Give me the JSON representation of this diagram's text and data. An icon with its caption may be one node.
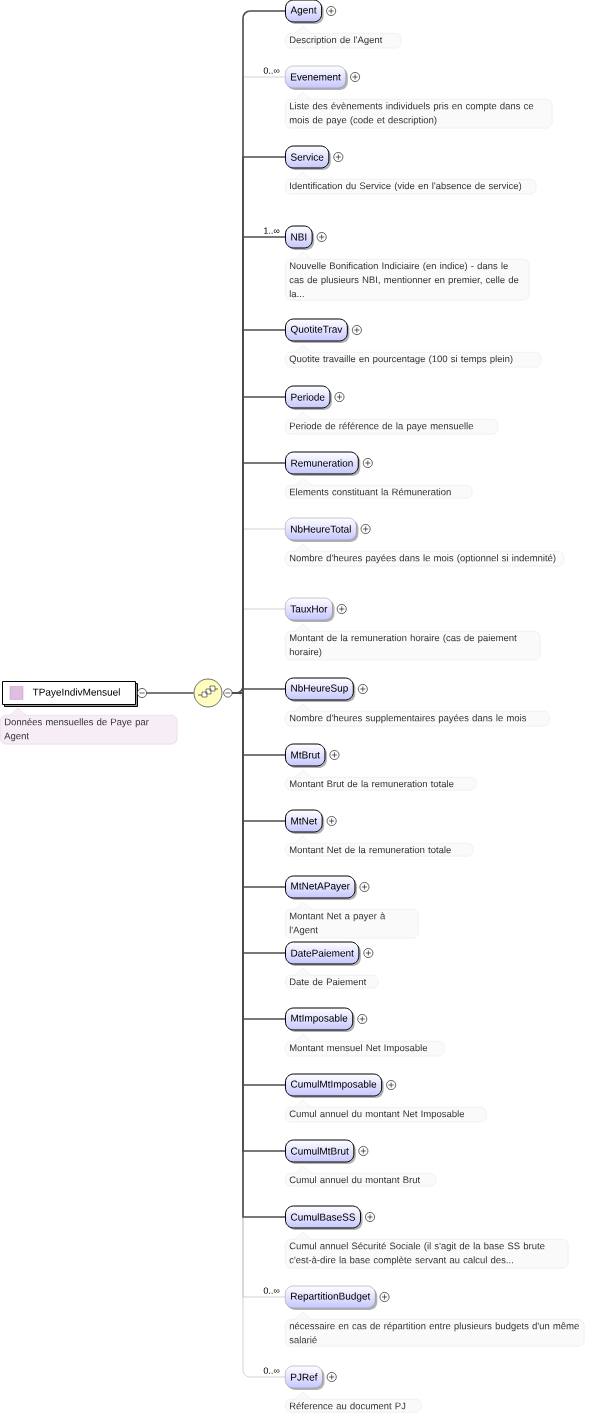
{
  "diagram": {
    "nodes": [
      {
        "text": [
          "TPayeIndivMensuel"
        ],
        "beside": [
          "Données mensuelles de Paye par Agent"
        ]
      },
      {
        "text": [],
        "shape": "circle"
      },
      {
        "text": [
          "Agent"
        ],
        "beside": [
          "Description de l'Agent"
        ]
      },
      {
        "text": [
          "Evenement"
        ],
        "beside": [
          "Liste des évènements individuels pris en compte dans ce mois de paye (code et description)"
        ]
      },
      {
        "text": [
          "Service"
        ],
        "beside": [
          "Identification du Service (vide en l'absence de service)"
        ]
      },
      {
        "text": [
          "NBI"
        ],
        "beside": [
          "Nouvelle Bonification Indiciaire (en indice) - dans le cas de plusieurs NBI, mentionner en premier, celle de la..."
        ]
      },
      {
        "text": [
          "QuotiteTrav"
        ],
        "beside": [
          "Quotite travaille en pourcentage (100 si temps plein)"
        ]
      },
      {
        "text": [
          "Periode"
        ],
        "beside": [
          "Periode de référence de la paye mensuelle"
        ]
      },
      {
        "text": [
          "Remuneration"
        ],
        "beside": [
          "Elements constituant la Rémuneration"
        ]
      },
      {
        "text": [
          "NbHeureTotal"
        ],
        "beside": [
          "Nombre d'heures payées dans le mois (optionnel si indemnité)"
        ]
      },
      {
        "text": [
          "TauxHor"
        ],
        "beside": [
          "Montant de la remuneration horaire (cas de paiement horaire)"
        ]
      },
      {
        "text": [
          "NbHeureSup"
        ],
        "beside": [
          "Nombre d'heures supplementaires payées dans le mois"
        ]
      },
      {
        "text": [
          "MtBrut"
        ],
        "beside": [
          "Montant Brut de la remuneration totale"
        ]
      },
      {
        "text": [
          "MtNet"
        ],
        "beside": [
          "Montant Net de la remuneration totale"
        ]
      },
      {
        "text": [
          "MtNetAPayer"
        ],
        "beside": [
          "Montant Net a payer à l'Agent"
        ]
      },
      {
        "text": [
          "DatePaiement"
        ],
        "beside": [
          "Date de Paiement"
        ]
      },
      {
        "text": [
          "MtImposable"
        ],
        "beside": [
          "Montant mensuel Net Imposable"
        ]
      },
      {
        "text": [
          "CumulMtImposable"
        ],
        "beside": [
          "Cumul annuel du montant Net Imposable"
        ]
      },
      {
        "text": [
          "CumulMtBrut"
        ],
        "beside": [
          "Cumul annuel du montant Brut"
        ]
      },
      {
        "text": [
          "CumulBaseSS"
        ],
        "beside": [
          "Cumul annuel Sécurité Sociale (il s'agit de la base SS brute c'est-à-dire la base complète servant au calcul des..."
        ]
      },
      {
        "text": [
          "RepartitionBudget"
        ],
        "beside": [
          "nécessaire en cas de répartition entre plusieurs budgets d'un même salarié"
        ]
      },
      {
        "text": [
          "PJRef"
        ],
        "beside": [
          "Réference au document PJ"
        ]
      }
    ],
    "edges": [
      {
        "from": 0,
        "to": 1,
        "arrow": "none"
      },
      {
        "from": 1,
        "to": 2,
        "arrow": "none"
      },
      {
        "from": 1,
        "to": 3,
        "arrow": "none",
        "label": "0..∞",
        "color": "#b4b4b4"
      },
      {
        "from": 1,
        "to": 4,
        "arrow": "none"
      },
      {
        "from": 1,
        "to": 5,
        "arrow": "none",
        "label": "1..∞"
      },
      {
        "from": 1,
        "to": 6,
        "arrow": "none"
      },
      {
        "from": 1,
        "to": 7,
        "arrow": "none"
      },
      {
        "from": 1,
        "to": 8,
        "arrow": "none"
      },
      {
        "from": 1,
        "to": 9,
        "arrow": "none",
        "color": "#b4b4b4"
      },
      {
        "from": 1,
        "to": 10,
        "arrow": "none",
        "color": "#b4b4b4"
      },
      {
        "from": 1,
        "to": 11,
        "arrow": "none"
      },
      {
        "from": 1,
        "to": 12,
        "arrow": "none"
      },
      {
        "from": 1,
        "to": 13,
        "arrow": "none"
      },
      {
        "from": 1,
        "to": 14,
        "arrow": "none"
      },
      {
        "from": 1,
        "to": 15,
        "arrow": "none"
      },
      {
        "from": 1,
        "to": 16,
        "arrow": "none"
      },
      {
        "from": 1,
        "to": 17,
        "arrow": "none"
      },
      {
        "from": 1,
        "to": 18,
        "arrow": "none"
      },
      {
        "from": 1,
        "to": 19,
        "arrow": "none"
      },
      {
        "from": 1,
        "to": 20,
        "arrow": "none",
        "label": "0..∞",
        "color": "#b4b4b4"
      },
      {
        "from": 1,
        "to": 21,
        "arrow": "none",
        "label": "0..∞",
        "color": "#b4b4b4"
      }
    ]
  }
}
